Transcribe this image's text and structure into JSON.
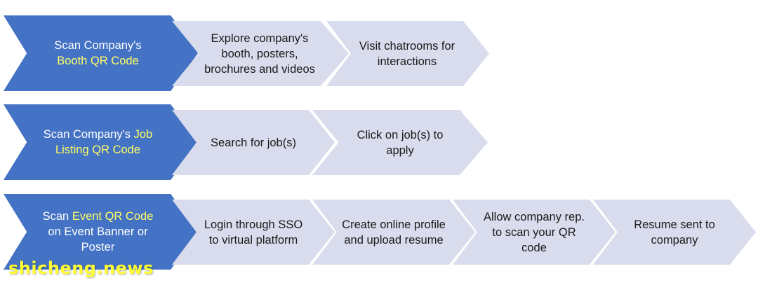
{
  "rows": [
    {
      "main": {
        "line1_a": "Scan Company's",
        "line1_hl": "",
        "line2_hl": "Booth QR Code",
        "line2_b": "",
        "line3": ""
      },
      "steps": [
        "Explore company's booth, posters, brochures and videos",
        "Visit chatrooms for interactions"
      ]
    },
    {
      "main": {
        "line1_a": "Scan Company's ",
        "line1_hl": "Job",
        "line2_hl": "Listing QR Code",
        "line2_b": "",
        "line3": ""
      },
      "steps": [
        "Search for job(s)",
        "Click on job(s) to apply"
      ]
    },
    {
      "main": {
        "line1_a": "Scan ",
        "line1_hl": "Event QR Code",
        "line2_hl": "",
        "line2_b": "on Event Banner or",
        "line3": "Poster"
      },
      "steps": [
        "Login through SSO to virtual platform",
        "Create online profile and upload resume",
        "Allow company rep. to scan your QR code",
        "Resume sent to company"
      ]
    }
  ],
  "watermark": "shicheng.news",
  "colors": {
    "main": "#4472c4",
    "step": "#d9dcec",
    "highlight": "#ffff66"
  }
}
